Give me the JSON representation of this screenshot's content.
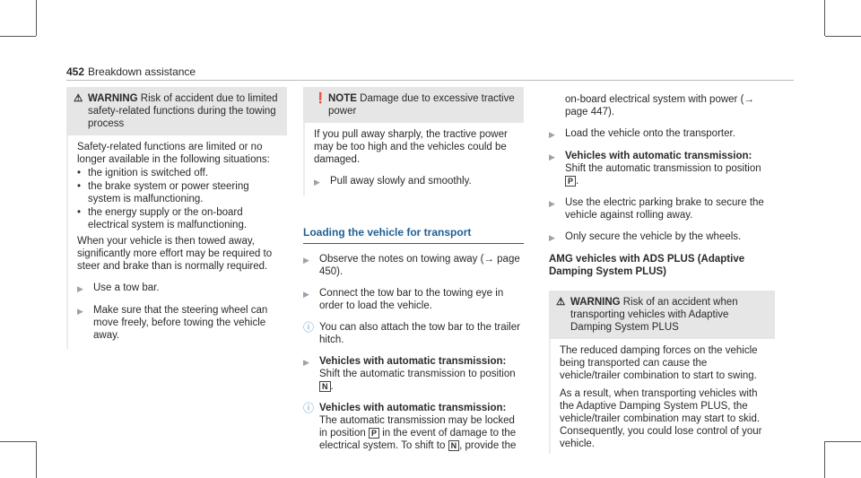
{
  "header": {
    "page_number": "452",
    "title": "Breakdown assistance"
  },
  "col1": {
    "warning": {
      "label": "WARNING",
      "text": "Risk of accident due to limited safety-related functions during the towing process"
    },
    "intro": "Safety-related functions are limited or no longer available in the following situations:",
    "bullets": [
      "the ignition is switched off.",
      "the brake system or power steering system is malfunctioning.",
      "the energy supply or the on-board electrical system is malfunctioning."
    ],
    "consequence": "When your vehicle is then towed away, significantly more effort may be required to steer and brake than is normally required.",
    "steps": [
      "Use a tow bar.",
      "Make sure that the steering wheel can move freely, before towing the vehicle away."
    ]
  },
  "col2": {
    "note": {
      "label": "NOTE",
      "text": "Damage due to excessive tractive power"
    },
    "note_text": "If you pull away sharply, the tractive power may be too high and the vehicles could be damaged.",
    "note_step": "Pull away slowly and smoothly.",
    "section_title": "Loading the vehicle for transport",
    "step1": "Observe the notes on towing away (→ page 450).",
    "step2": "Connect the tow bar to the towing eye in order to load the vehicle.",
    "info1": "You can also attach the tow bar to the trailer hitch.",
    "step3_title": "Vehicles with automatic transmission:",
    "step3_text": "Shift the automatic transmission to position",
    "step3_sym": "N",
    "info2_title": "Vehicles with automatic transmission:",
    "info2_text_a": "The automatic transmission may be locked in position",
    "info2_sym1": "P",
    "info2_text_b": "in the event of damage to the electrical system. To shift to",
    "info2_sym2": "N",
    "info2_text_c": ", provide the"
  },
  "col3": {
    "cont": "on-board electrical system with power (→ page 447).",
    "step1": "Load the vehicle onto the transporter.",
    "step2_title": "Vehicles with automatic transmission:",
    "step2_text": "Shift the automatic transmission to position",
    "step2_sym": "P",
    "step3": "Use the electric parking brake to secure the vehicle against rolling away.",
    "step4": "Only secure the vehicle by the wheels.",
    "amg_heading": "AMG vehicles with ADS PLUS (Adaptive Damping System PLUS)",
    "warning": {
      "label": "WARNING",
      "text": "Risk of an accident when transporting vehicles with Adaptive Damping System PLUS"
    },
    "w_text1": "The reduced damping forces on the vehicle being transported can cause the vehicle/trailer combination to start to swing.",
    "w_text2": "As a result, when transporting vehicles with the Adaptive Damping System PLUS, the vehicle/trailer combination may start to skid. Consequently, you could lose control of your vehicle."
  }
}
